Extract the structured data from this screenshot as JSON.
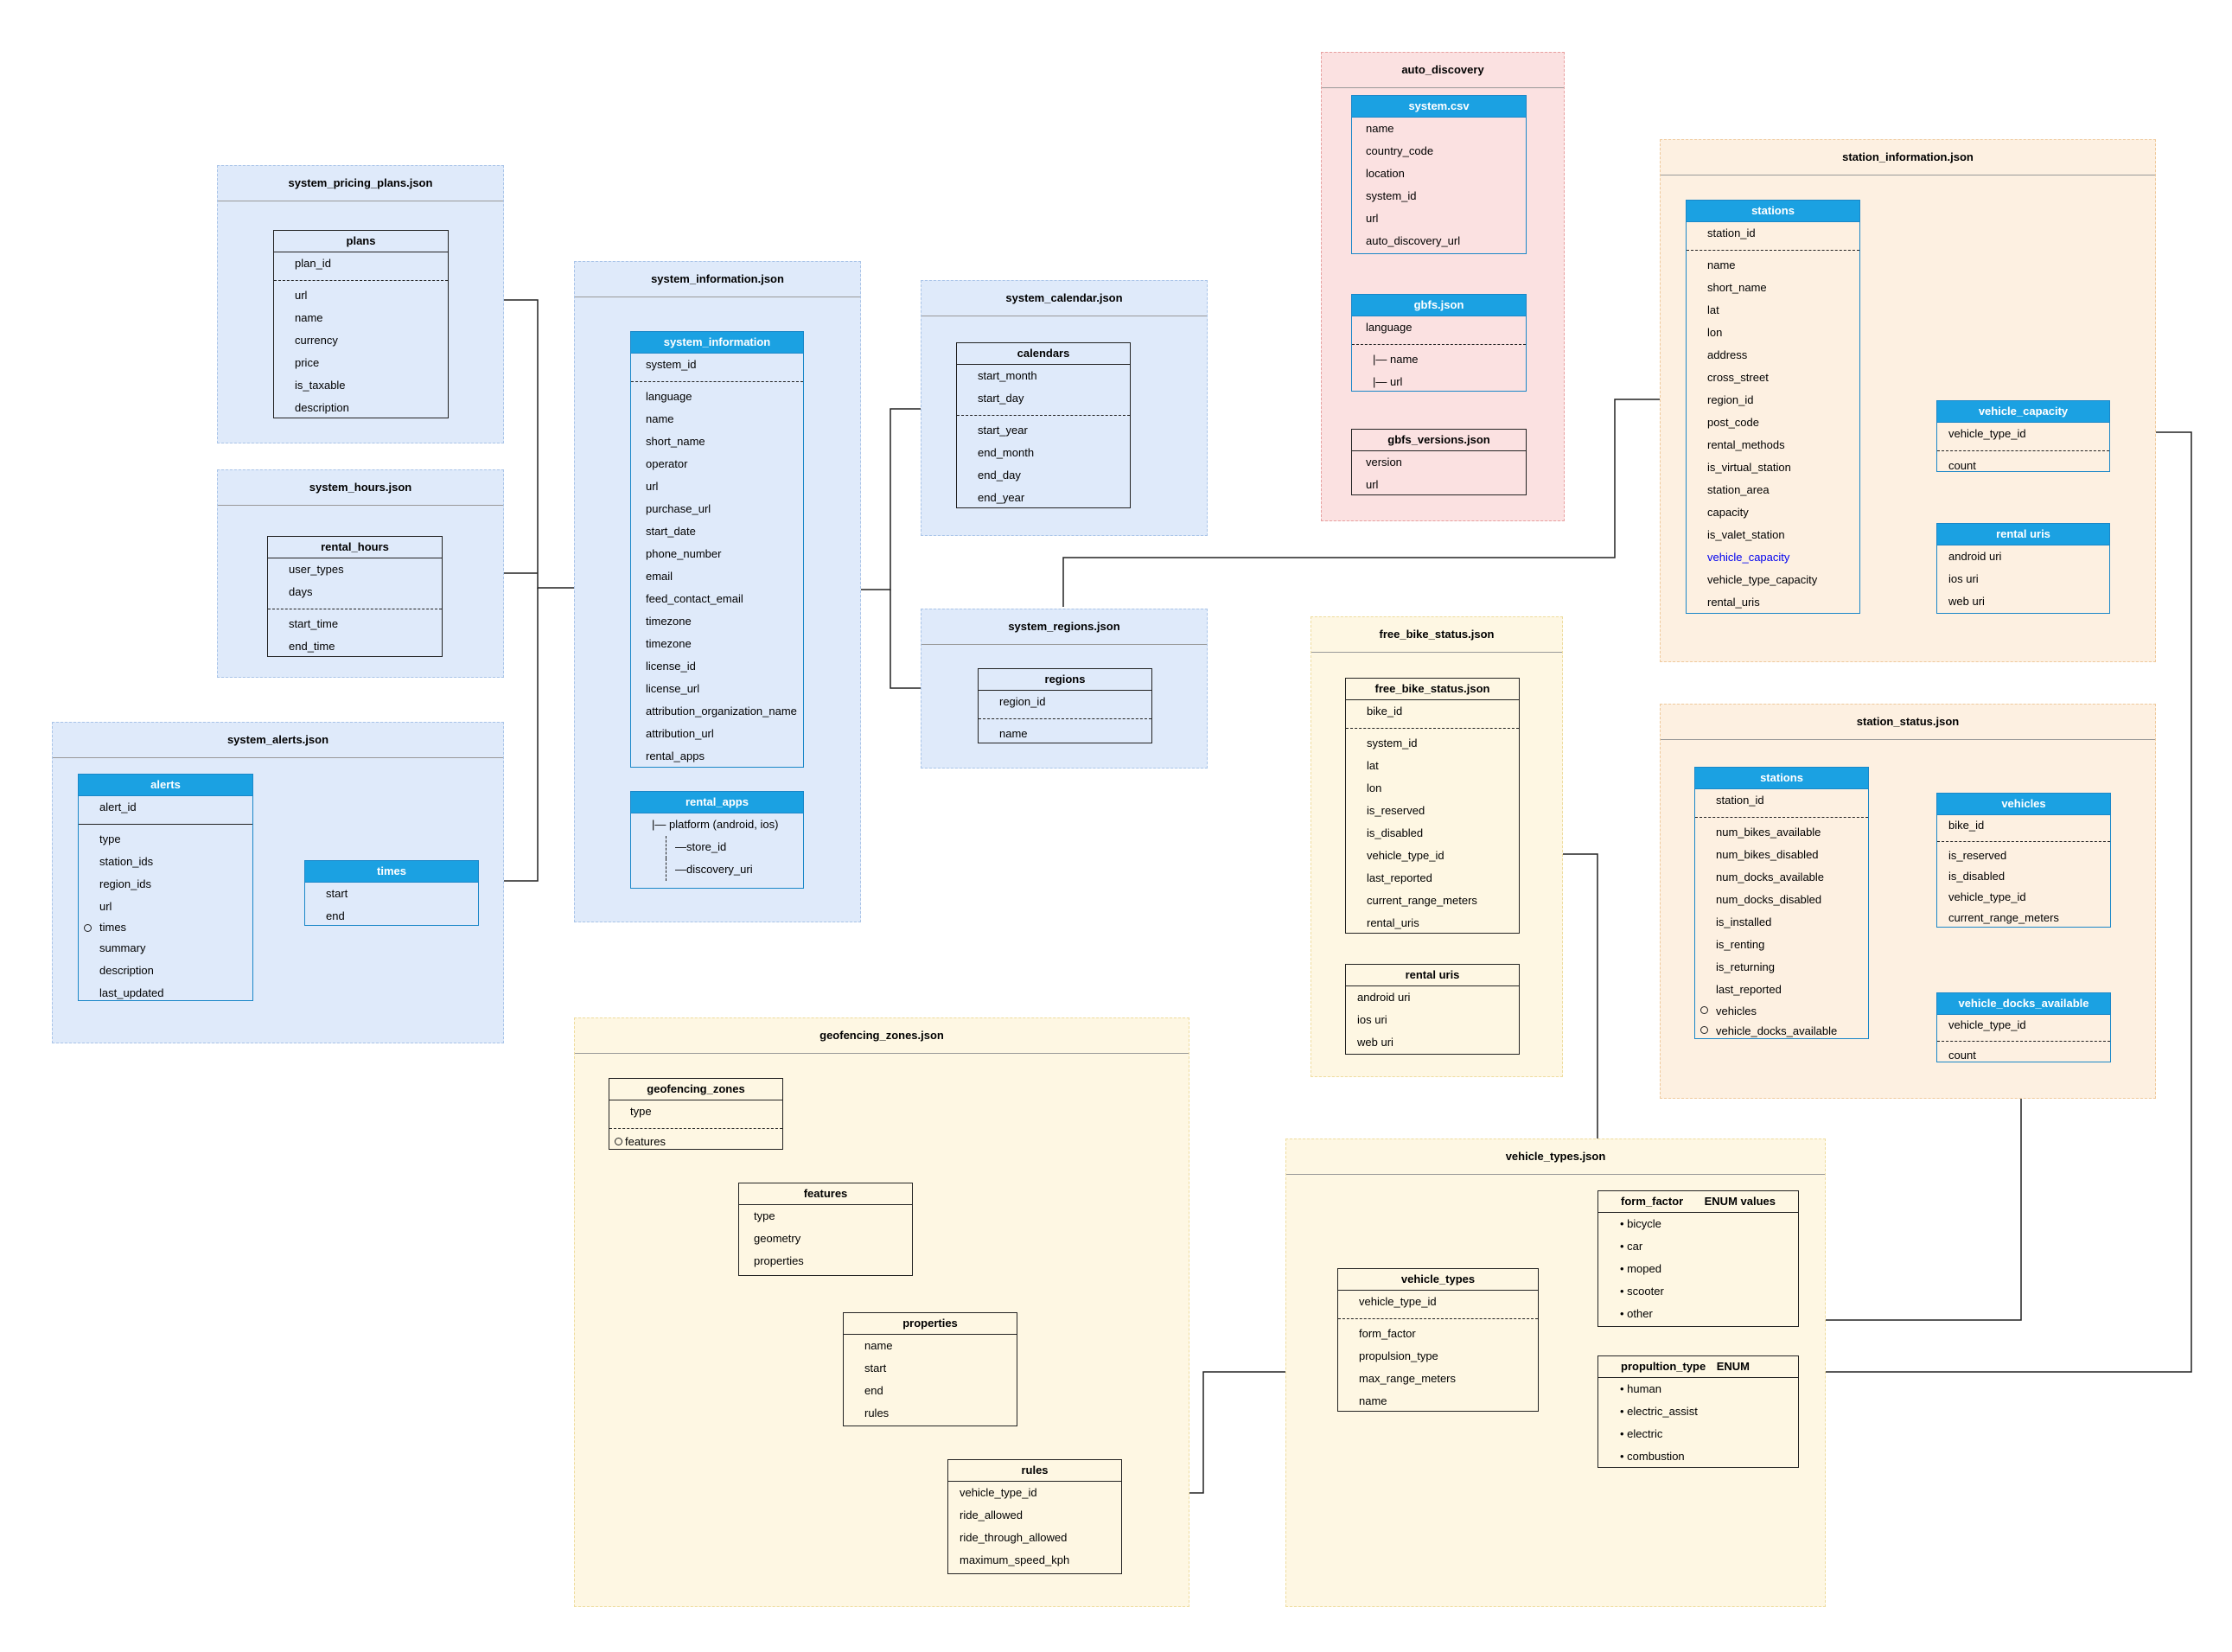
{
  "groups": {
    "auto_discovery": {
      "title": "auto_discovery",
      "system_csv": {
        "title": "system.csv",
        "fields": [
          "name",
          "country_code",
          "location",
          "system_id",
          "url",
          "auto_discovery_url"
        ]
      },
      "gbfs_json": {
        "title": "gbfs.json",
        "key": "language",
        "fields": [
          "|— name",
          "|— url"
        ]
      },
      "gbfs_versions": {
        "title": "gbfs_versions.json",
        "fields": [
          "version",
          "url"
        ]
      }
    },
    "system_pricing_plans": {
      "title": "system_pricing_plans.json",
      "plans": {
        "title": "plans",
        "key": "plan_id",
        "fields": [
          "url",
          "name",
          "currency",
          "price",
          "is_taxable",
          "description"
        ]
      }
    },
    "system_hours": {
      "title": "system_hours.json",
      "rental_hours": {
        "title": "rental_hours",
        "keys": [
          "user_types",
          "days"
        ],
        "fields": [
          "start_time",
          "end_time"
        ]
      }
    },
    "system_alerts": {
      "title": "system_alerts.json",
      "alerts": {
        "title": "alerts",
        "key": "alert_id",
        "fields": [
          "type",
          "station_ids",
          "region_ids",
          "url",
          "times",
          "summary",
          "description",
          "last_updated"
        ]
      },
      "times": {
        "title": "times",
        "fields": [
          "start",
          "end"
        ]
      }
    },
    "system_information": {
      "title": "system_information.json",
      "system_information": {
        "title": "system_information",
        "key": "system_id",
        "fields": [
          "language",
          "name",
          "short_name",
          "operator",
          "url",
          "purchase_url",
          "start_date",
          "phone_number",
          "email",
          "feed_contact_email",
          "timezone",
          "timezone",
          "license_id",
          "license_url",
          "attribution_organization_name",
          "attribution_url",
          "rental_apps"
        ]
      },
      "rental_apps": {
        "title": "rental_apps",
        "fields": [
          "|— platform (android, ios)",
          "—store_id",
          "—discovery_uri"
        ]
      }
    },
    "system_calendar": {
      "title": "system_calendar.json",
      "calendars": {
        "title": "calendars",
        "keys": [
          "start_month",
          "start_day"
        ],
        "fields": [
          "start_year",
          "end_month",
          "end_day",
          "end_year"
        ]
      }
    },
    "system_regions": {
      "title": "system_regions.json",
      "regions": {
        "title": "regions",
        "key": "region_id",
        "fields": [
          "name"
        ]
      }
    },
    "station_information": {
      "title": "station_information.json",
      "stations": {
        "title": "stations",
        "key": "station_id",
        "fields": [
          "name",
          "short_name",
          "lat",
          "lon",
          "address",
          "cross_street",
          "region_id",
          "post_code",
          "rental_methods",
          "is_virtual_station",
          "station_area",
          "capacity",
          "is_valet_station",
          "vehicle_capacity",
          "vehicle_type_capacity",
          "rental_uris"
        ]
      },
      "vehicle_capacity": {
        "title": "vehicle_capacity",
        "key": "vehicle_type_id",
        "fields": [
          "count"
        ]
      },
      "rental_uris": {
        "title": "rental uris",
        "fields": [
          "android uri",
          "ios uri",
          "web uri"
        ]
      }
    },
    "free_bike_status": {
      "title": "free_bike_status.json",
      "entity": {
        "title": "free_bike_status.json",
        "key": "bike_id",
        "fields": [
          "system_id",
          "lat",
          "lon",
          "is_reserved",
          "is_disabled",
          "vehicle_type_id",
          "last_reported",
          "current_range_meters",
          "rental_uris"
        ]
      },
      "rental_uris": {
        "title": "rental uris",
        "fields": [
          "android uri",
          "ios uri",
          "web uri"
        ]
      }
    },
    "station_status": {
      "title": "station_status.json",
      "stations": {
        "title": "stations",
        "key": "station_id",
        "fields": [
          "num_bikes_available",
          "num_bikes_disabled",
          "num_docks_available",
          "num_docks_disabled",
          "is_installed",
          "is_renting",
          "is_returning",
          "last_reported",
          "vehicles",
          "vehicle_docks_available"
        ]
      },
      "vehicles": {
        "title": "vehicles",
        "key": "bike_id",
        "fields": [
          "is_reserved",
          "is_disabled",
          "vehicle_type_id",
          "current_range_meters"
        ]
      },
      "vehicle_docks_available": {
        "title": "vehicle_docks_available",
        "key": "vehicle_type_id",
        "fields": [
          "count"
        ]
      }
    },
    "geofencing_zones": {
      "title": "geofencing_zones.json",
      "geofencing_zones": {
        "title": "geofencing_zones",
        "key": "type",
        "fields": [
          "features"
        ]
      },
      "features": {
        "title": "features",
        "fields": [
          "type",
          "geometry",
          "properties"
        ]
      },
      "properties": {
        "title": "properties",
        "fields": [
          "name",
          "start",
          "end",
          "rules"
        ]
      },
      "rules": {
        "title": "rules",
        "fields": [
          "vehicle_type_id",
          "ride_allowed",
          "ride_through_allowed",
          "maximum_speed_kph"
        ]
      }
    },
    "vehicle_types": {
      "title": "vehicle_types.json",
      "vehicle_types": {
        "title": "vehicle_types",
        "key": "vehicle_type_id",
        "fields": [
          "form_factor",
          "propulsion_type",
          "max_range_meters",
          "name"
        ]
      },
      "form_factor": {
        "title": "form_factor",
        "note": "ENUM values",
        "values": [
          "bicycle",
          "car",
          "moped",
          "scooter",
          "other"
        ]
      },
      "propulsion_type": {
        "title": "propultion_type",
        "note": "ENUM",
        "values": [
          "human",
          "electric_assist",
          "electric",
          "combustion"
        ]
      }
    }
  }
}
